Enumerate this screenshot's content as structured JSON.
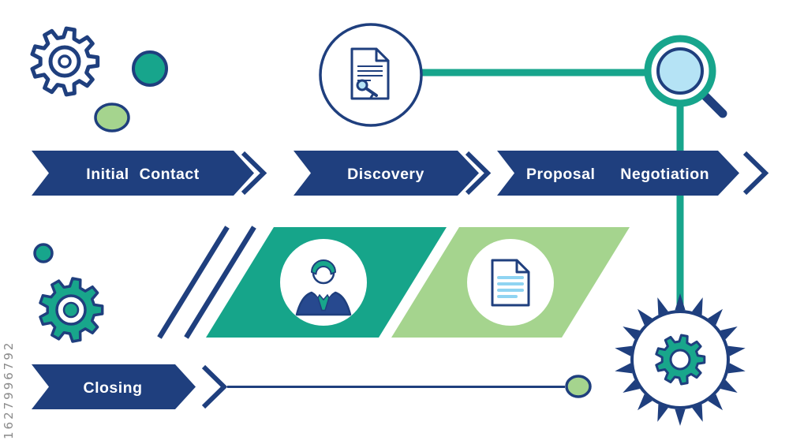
{
  "watermark": "1627996792",
  "stages": [
    {
      "label": "Initial Contact"
    },
    {
      "label": "Discovery"
    },
    {
      "label": "Proposal Negotiation"
    },
    {
      "label": "Closing"
    }
  ],
  "icons": {
    "top_left": [
      "gear-outline-icon",
      "teal-dot",
      "green-dot"
    ],
    "top_center": [
      "document-key-icon"
    ],
    "top_right": [
      "magnifier-icon"
    ],
    "middle_row": [
      "person-icon",
      "document-icon"
    ],
    "left_side": [
      "small-teal-dot",
      "green-gear-icon"
    ],
    "bottom_right": [
      "gear-burst-icon"
    ],
    "bottom_row": [
      "green-dot-small"
    ]
  },
  "colors": {
    "navy": "#1f3f7e",
    "teal": "#17a58c",
    "gear_teal": "#18a68b",
    "light_green": "#a5d48e",
    "light_blue": "#b5e3f5",
    "doc_line_blue": "#8fd4f2",
    "suit_blue": "#27498f",
    "white": "#ffffff",
    "watermark_gray": "#8b8b8b"
  }
}
